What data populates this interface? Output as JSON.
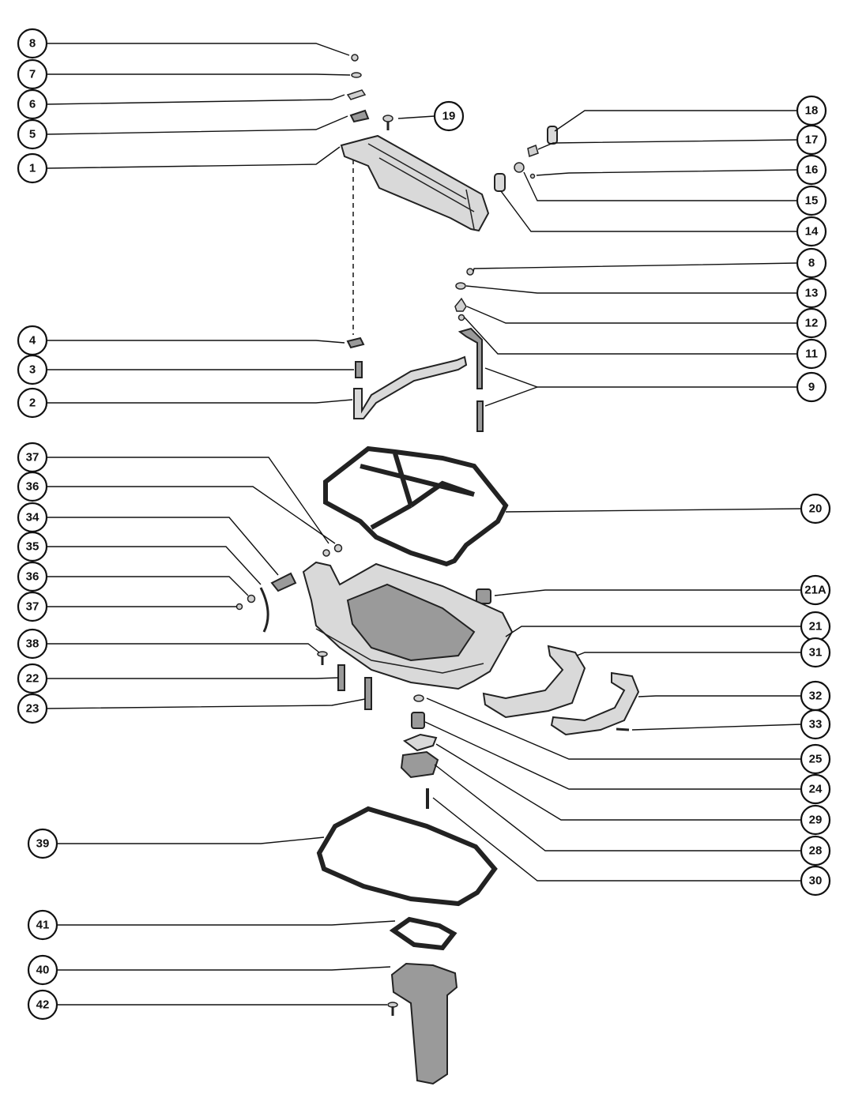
{
  "callouts": [
    {
      "id": "c8a",
      "label": "8"
    },
    {
      "id": "c7",
      "label": "7"
    },
    {
      "id": "c6",
      "label": "6"
    },
    {
      "id": "c5",
      "label": "5"
    },
    {
      "id": "c1",
      "label": "1"
    },
    {
      "id": "c19",
      "label": "19"
    },
    {
      "id": "c18",
      "label": "18"
    },
    {
      "id": "c17",
      "label": "17"
    },
    {
      "id": "c16",
      "label": "16"
    },
    {
      "id": "c15",
      "label": "15"
    },
    {
      "id": "c14",
      "label": "14"
    },
    {
      "id": "c8b",
      "label": "8"
    },
    {
      "id": "c13",
      "label": "13"
    },
    {
      "id": "c12",
      "label": "12"
    },
    {
      "id": "c11",
      "label": "11"
    },
    {
      "id": "c4",
      "label": "4"
    },
    {
      "id": "c3",
      "label": "3"
    },
    {
      "id": "c2",
      "label": "2"
    },
    {
      "id": "c9",
      "label": "9"
    },
    {
      "id": "c37a",
      "label": "37"
    },
    {
      "id": "c36a",
      "label": "36"
    },
    {
      "id": "c34",
      "label": "34"
    },
    {
      "id": "c35",
      "label": "35"
    },
    {
      "id": "c36b",
      "label": "36"
    },
    {
      "id": "c37b",
      "label": "37"
    },
    {
      "id": "c38",
      "label": "38"
    },
    {
      "id": "c22",
      "label": "22"
    },
    {
      "id": "c23",
      "label": "23"
    },
    {
      "id": "c20",
      "label": "20"
    },
    {
      "id": "c21a",
      "label": "21A"
    },
    {
      "id": "c21",
      "label": "21"
    },
    {
      "id": "c31",
      "label": "31"
    },
    {
      "id": "c32",
      "label": "32"
    },
    {
      "id": "c33",
      "label": "33"
    },
    {
      "id": "c25",
      "label": "25"
    },
    {
      "id": "c24",
      "label": "24"
    },
    {
      "id": "c29",
      "label": "29"
    },
    {
      "id": "c28",
      "label": "28"
    },
    {
      "id": "c30",
      "label": "30"
    },
    {
      "id": "c39",
      "label": "39"
    },
    {
      "id": "c41",
      "label": "41"
    },
    {
      "id": "c40",
      "label": "40"
    },
    {
      "id": "c42",
      "label": "42"
    }
  ]
}
